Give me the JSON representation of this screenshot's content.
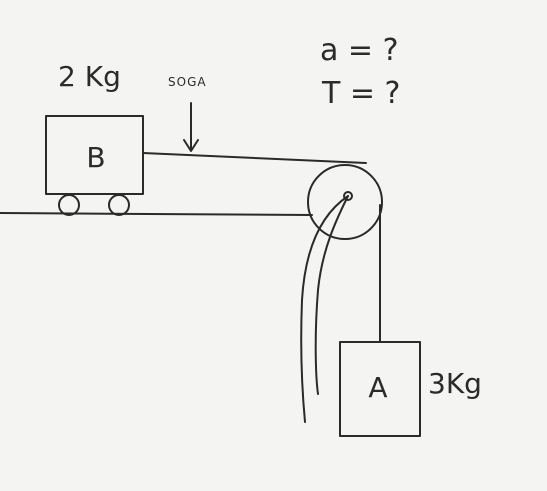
{
  "block_b": {
    "label": "B",
    "mass": "2 Kg"
  },
  "rope_label": "SOGA",
  "block_a": {
    "label": "A",
    "mass": "3Kg"
  },
  "unknowns": [
    "a = ?",
    "T = ?"
  ]
}
